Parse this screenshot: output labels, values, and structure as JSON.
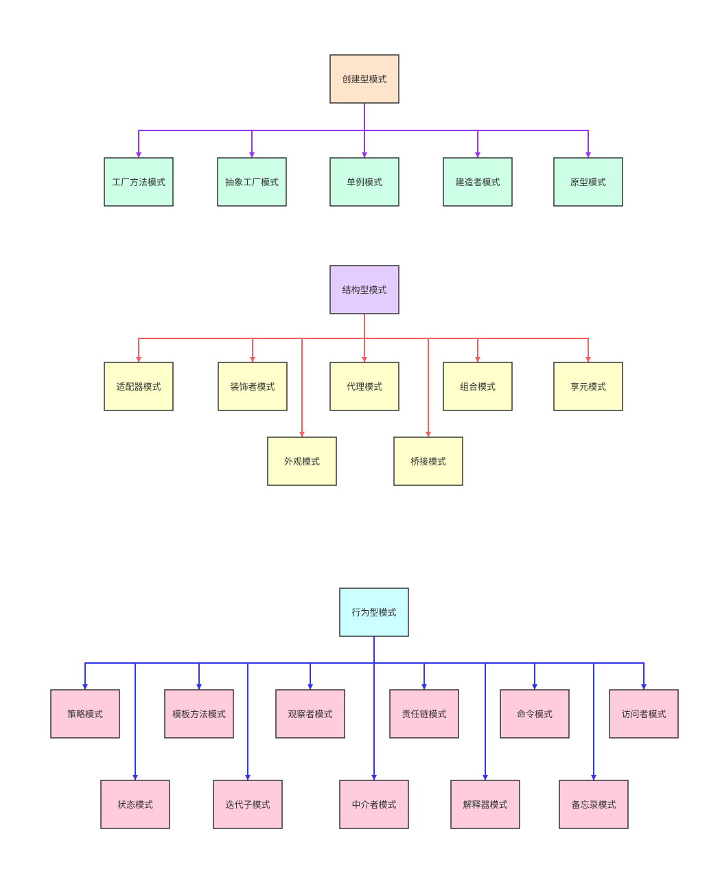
{
  "colors": {
    "creational_root": "#ffe4cc",
    "creational_leaf": "#ccffe6",
    "creational_edge": "#9933ee",
    "structural_root": "#e4ccff",
    "structural_leaf": "#ffffcc",
    "structural_edge": "#f06060",
    "behavioral_root": "#ccffff",
    "behavioral_leaf": "#ffccdd",
    "behavioral_edge": "#3333ee",
    "node_border": "#333333"
  },
  "groups": [
    {
      "id": "creational",
      "root": "创建型模式",
      "children": [
        "工厂方法模式",
        "抽象工厂模式",
        "单例模式",
        "建造者模式",
        "原型模式"
      ]
    },
    {
      "id": "structural",
      "root": "结构型模式",
      "children": [
        "适配器模式",
        "装饰者模式",
        "代理模式",
        "组合模式",
        "享元模式",
        "外观模式",
        "桥接模式"
      ]
    },
    {
      "id": "behavioral",
      "root": "行为型模式",
      "children": [
        "策略模式",
        "模板方法模式",
        "观察者模式",
        "责任链模式",
        "命令模式",
        "访问者模式",
        "状态模式",
        "迭代子模式",
        "中介者模式",
        "解释器模式",
        "备忘录模式"
      ]
    }
  ]
}
